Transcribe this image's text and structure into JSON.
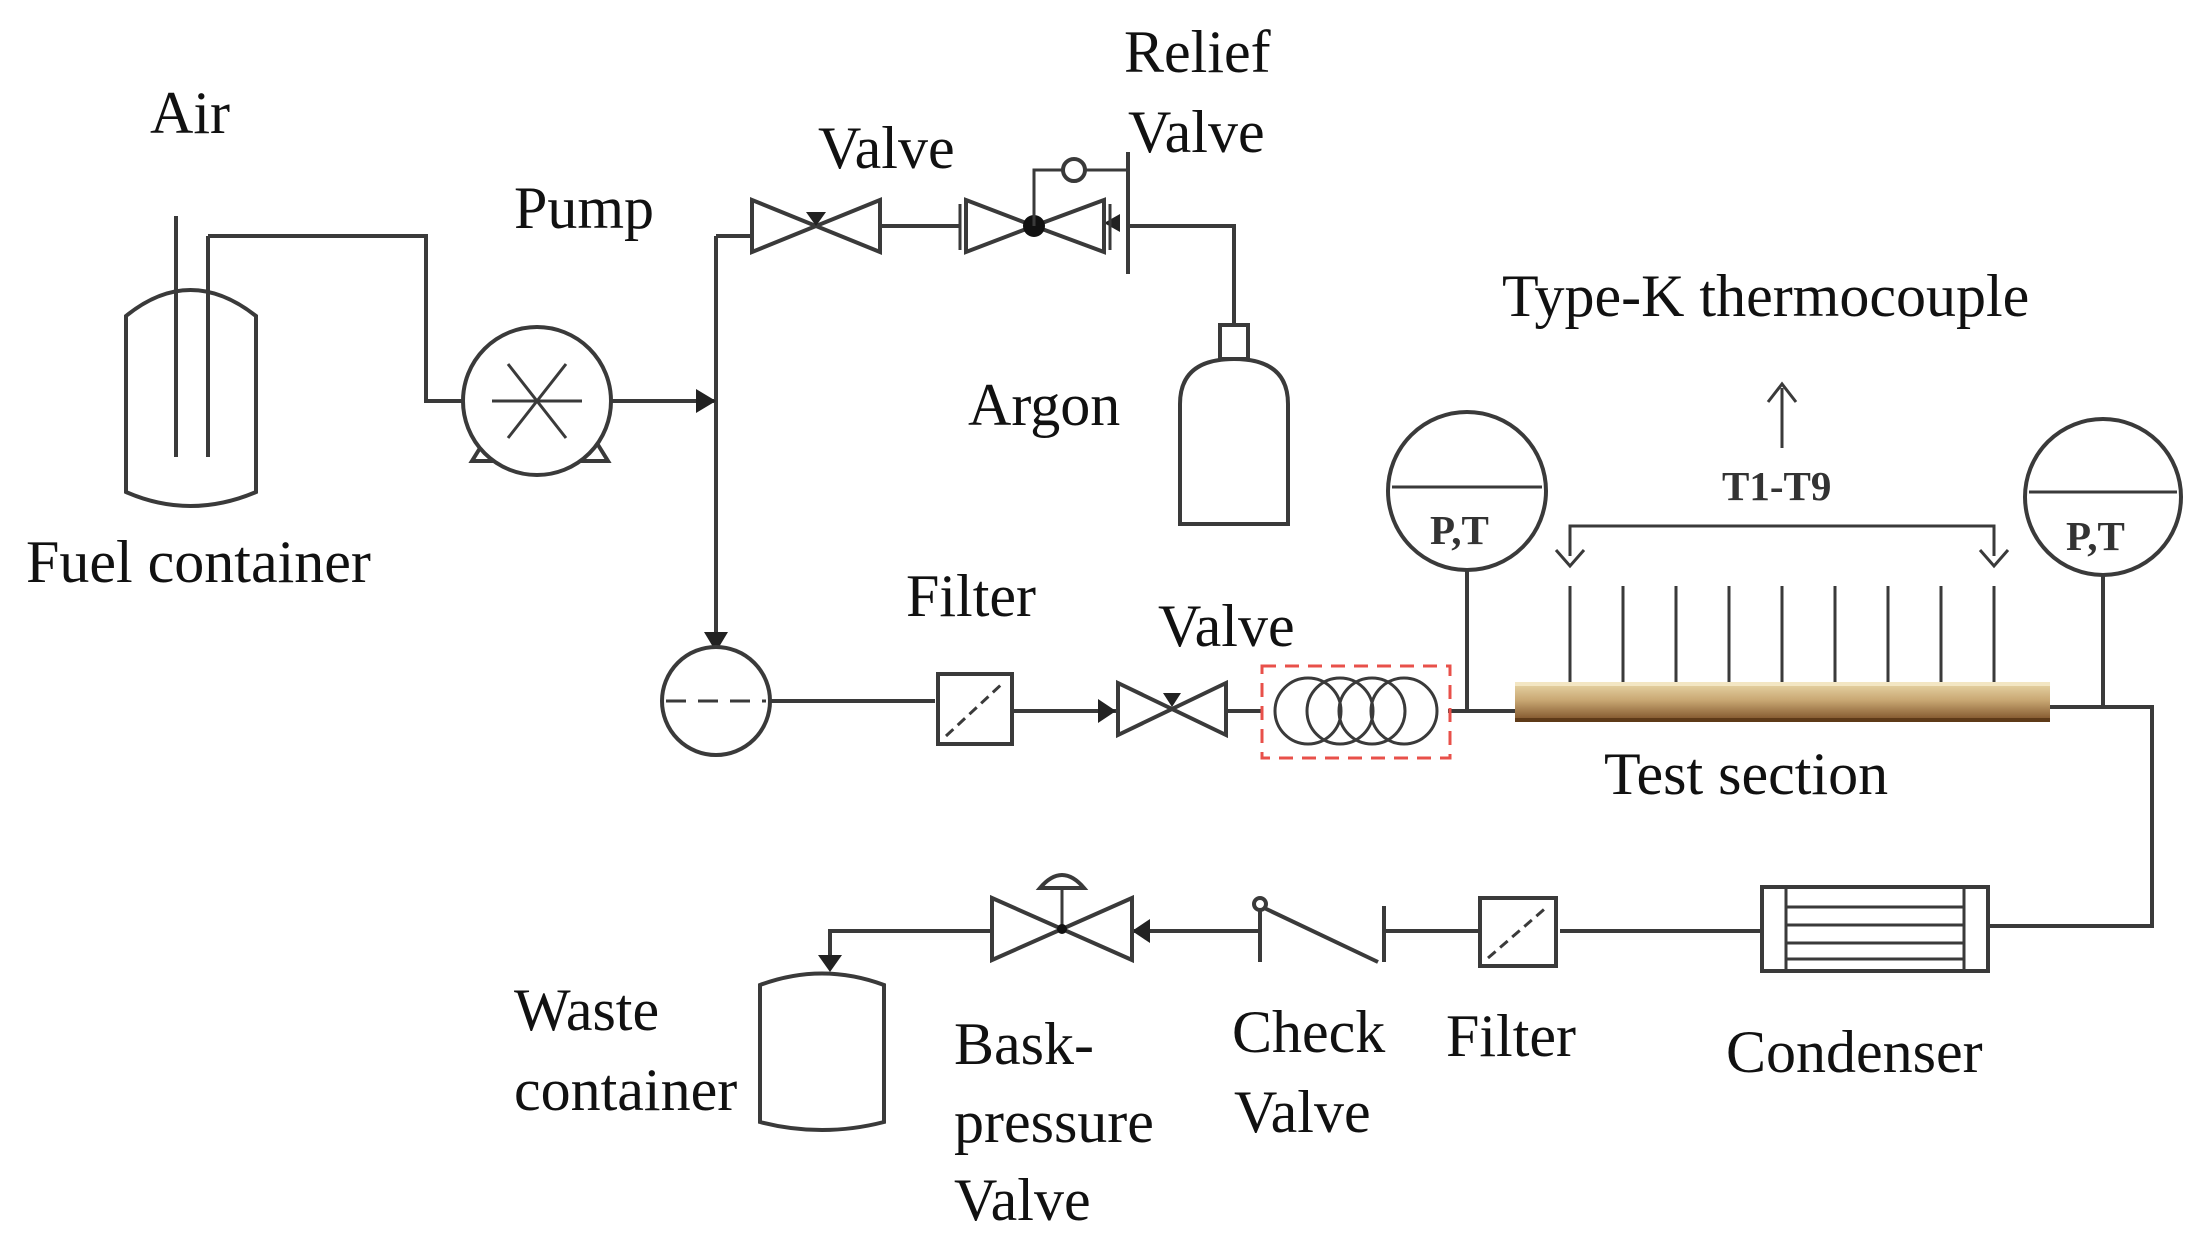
{
  "labels": {
    "air": "Air",
    "fuel_container": "Fuel container",
    "pump": "Pump",
    "valve_top": "Valve",
    "relief_valve": [
      "Relief",
      "Valve"
    ],
    "argon": "Argon",
    "thermocouple": "Type-K thermocouple",
    "thermocouple_range": "T1-T9",
    "pt_gauge": "P,T",
    "filter": "Filter",
    "valve_mid": "Valve",
    "test_section": "Test section",
    "condenser": "Condenser",
    "filter_bottom": "Filter",
    "check_valve": [
      "Check",
      "Valve"
    ],
    "back_pressure_valve": [
      "Bask-",
      "pressure",
      "Valve"
    ],
    "waste_container": [
      "Waste",
      "container"
    ]
  },
  "colors": {
    "line": "#3a3a3a",
    "highlight_box": "#e8504a",
    "test_section_top": "#e9d7a8",
    "test_section_bottom": "#7a4e25"
  }
}
